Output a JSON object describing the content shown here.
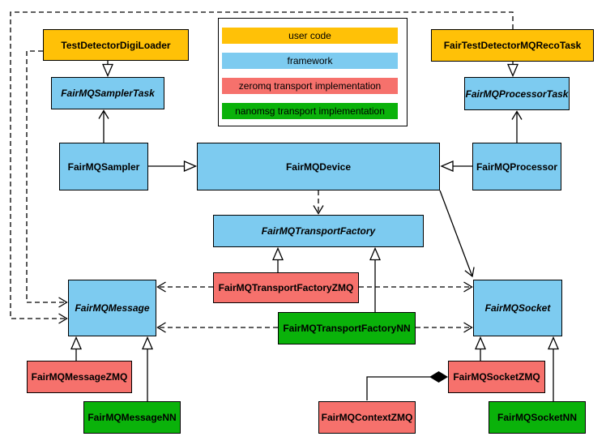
{
  "colors": {
    "user_code": "#FFC107",
    "framework": "#7DCBF0",
    "zeromq_impl": "#F6716C",
    "nanomsg_impl": "#0AB20A",
    "line": "#000000",
    "background": "#FFFFFF"
  },
  "legend": {
    "items": [
      {
        "label": "user code",
        "color": "#FFC107"
      },
      {
        "label": "framework",
        "color": "#7DCBF0"
      },
      {
        "label": "zeromq transport implementation",
        "color": "#F6716C"
      },
      {
        "label": "nanomsg transport implementation",
        "color": "#0AB20A"
      }
    ]
  },
  "nodes": {
    "test_detector_digi_loader": {
      "label": "TestDetectorDigiLoader",
      "category": "user code",
      "abstract": false
    },
    "fair_test_detector_mq_reco_task": {
      "label": "FairTestDetectorMQRecoTask",
      "category": "user code",
      "abstract": false
    },
    "sampler_task": {
      "label": "FairMQSamplerTask",
      "category": "framework",
      "abstract": true
    },
    "processor_task": {
      "label": "FairMQProcessorTask",
      "category": "framework",
      "abstract": true
    },
    "sampler": {
      "label": "FairMQSampler",
      "category": "framework",
      "abstract": false
    },
    "device": {
      "label": "FairMQDevice",
      "category": "framework",
      "abstract": false
    },
    "processor": {
      "label": "FairMQProcessor",
      "category": "framework",
      "abstract": false
    },
    "transport_factory": {
      "label": "FairMQTransportFactory",
      "category": "framework",
      "abstract": true
    },
    "transport_factory_zmq": {
      "label": "FairMQTransportFactoryZMQ",
      "category": "zeromq transport implementation",
      "abstract": false
    },
    "transport_factory_nn": {
      "label": "FairMQTransportFactoryNN",
      "category": "nanomsg transport implementation",
      "abstract": false
    },
    "message": {
      "label": "FairMQMessage",
      "category": "framework",
      "abstract": true
    },
    "socket": {
      "label": "FairMQSocket",
      "category": "framework",
      "abstract": true
    },
    "message_zmq": {
      "label": "FairMQMessageZMQ",
      "category": "zeromq transport implementation",
      "abstract": false
    },
    "message_nn": {
      "label": "FairMQMessageNN",
      "category": "nanomsg transport implementation",
      "abstract": false
    },
    "socket_zmq": {
      "label": "FairMQSocketZMQ",
      "category": "zeromq transport implementation",
      "abstract": false
    },
    "socket_nn": {
      "label": "FairMQSocketNN",
      "category": "nanomsg transport implementation",
      "abstract": false
    },
    "context_zmq": {
      "label": "FairMQContextZMQ",
      "category": "zeromq transport implementation",
      "abstract": false
    }
  },
  "edges": [
    {
      "from": "TestDetectorDigiLoader",
      "to": "FairMQSamplerTask",
      "type": "inheritance-triangle"
    },
    {
      "from": "FairTestDetectorMQRecoTask",
      "to": "FairMQProcessorTask",
      "type": "inheritance-triangle"
    },
    {
      "from": "FairMQSampler",
      "to": "FairMQSamplerTask",
      "type": "open-arrow"
    },
    {
      "from": "FairMQProcessor",
      "to": "FairMQProcessorTask",
      "type": "open-arrow"
    },
    {
      "from": "FairMQSampler",
      "to": "FairMQDevice",
      "type": "inheritance-triangle"
    },
    {
      "from": "FairMQProcessor",
      "to": "FairMQDevice",
      "type": "inheritance-triangle"
    },
    {
      "from": "FairMQDevice",
      "to": "FairMQTransportFactory",
      "type": "dashed-open-arrow"
    },
    {
      "from": "FairMQDevice",
      "to": "FairMQSocket",
      "type": "open-arrow"
    },
    {
      "from": "FairMQTransportFactoryZMQ",
      "to": "FairMQTransportFactory",
      "type": "inheritance-triangle"
    },
    {
      "from": "FairMQTransportFactoryNN",
      "to": "FairMQTransportFactory",
      "type": "inheritance-triangle"
    },
    {
      "from": "FairMQTransportFactoryZMQ",
      "to": "FairMQMessage",
      "type": "dashed-open-arrow"
    },
    {
      "from": "FairMQTransportFactoryZMQ",
      "to": "FairMQSocket",
      "type": "dashed-open-arrow"
    },
    {
      "from": "FairMQTransportFactoryNN",
      "to": "FairMQMessage",
      "type": "dashed-open-arrow"
    },
    {
      "from": "FairMQTransportFactoryNN",
      "to": "FairMQSocket",
      "type": "dashed-open-arrow"
    },
    {
      "from": "TestDetectorDigiLoader",
      "to": "FairMQMessage",
      "type": "dashed-open-arrow"
    },
    {
      "from": "FairTestDetectorMQRecoTask",
      "to": "FairMQMessage",
      "type": "dashed-open-arrow"
    },
    {
      "from": "FairMQMessageZMQ",
      "to": "FairMQMessage",
      "type": "inheritance-triangle"
    },
    {
      "from": "FairMQMessageNN",
      "to": "FairMQMessage",
      "type": "inheritance-triangle"
    },
    {
      "from": "FairMQSocketZMQ",
      "to": "FairMQSocket",
      "type": "inheritance-triangle"
    },
    {
      "from": "FairMQSocketNN",
      "to": "FairMQSocket",
      "type": "inheritance-triangle"
    },
    {
      "from": "FairMQContextZMQ",
      "to": "FairMQSocketZMQ",
      "type": "composition-diamond"
    }
  ]
}
